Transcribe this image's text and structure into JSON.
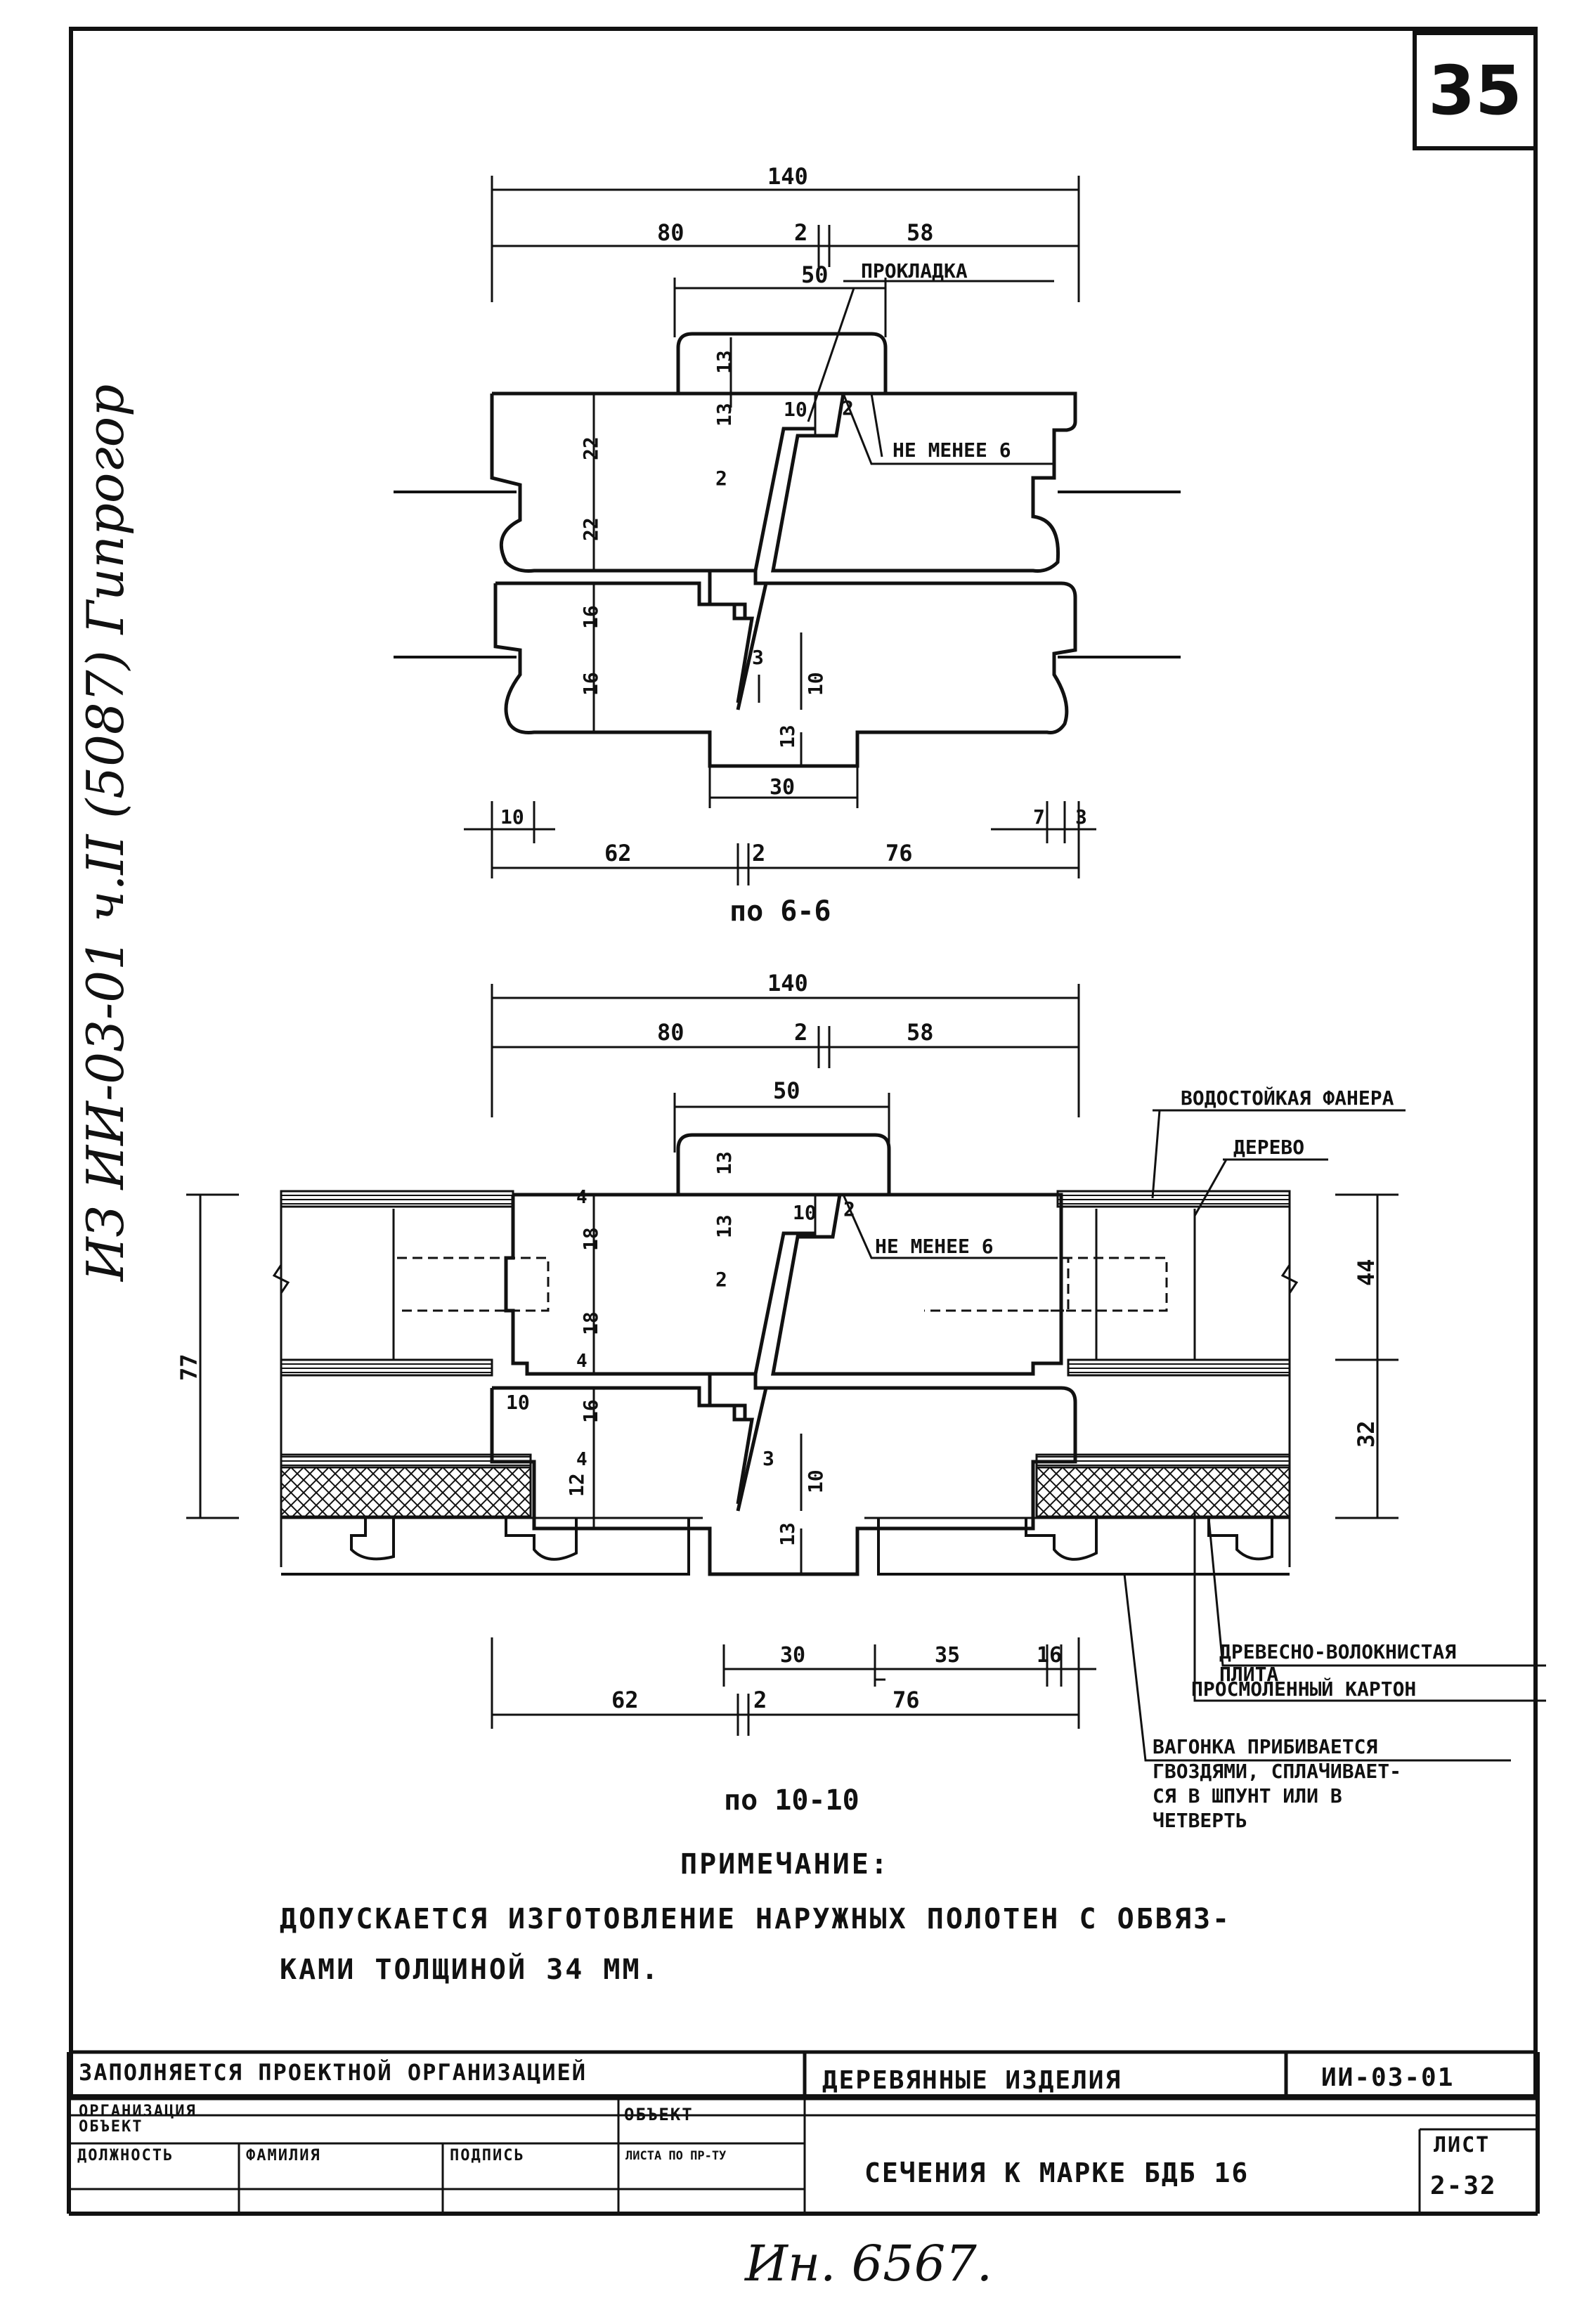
{
  "sheet_number": "35",
  "margin_note": "ИЗ ИИ-03-01 ч.II (5087) Гипрогор",
  "inventory_number": "Ин. 6567.",
  "section1": {
    "caption": "по 6-6",
    "dims": {
      "total": "140",
      "left": "80",
      "gap": "2",
      "right": "58",
      "cap_width": "50",
      "h13a": "13",
      "h13b": "13",
      "h13c": "13",
      "h22a": "22",
      "h22b": "22",
      "h16a": "16",
      "h16b": "16",
      "d10": "10",
      "d2": "2",
      "d2b": "2",
      "d3": "3",
      "d10b": "10",
      "bottom_cap": "30",
      "b10": "10",
      "b62": "62",
      "b2": "2",
      "b76": "76",
      "b7": "7",
      "b3": "3"
    },
    "labels": {
      "gasket": "ПРОКЛАДКА",
      "min6": "НЕ МЕНЕЕ 6"
    }
  },
  "section2": {
    "caption": "по 10-10",
    "dims": {
      "total": "140",
      "left": "80",
      "gap": "2",
      "right": "58",
      "cap_width": "50",
      "h13a": "13",
      "h13b": "13",
      "h13c": "13",
      "h4a": "4",
      "h18a": "18",
      "h18b": "18",
      "h4b": "4",
      "h16": "16",
      "h4c": "4",
      "h12": "12",
      "d10": "10",
      "d2": "2",
      "d2b": "2",
      "d3": "3",
      "d10b": "10",
      "d10c": "10",
      "total_h": "77",
      "h44": "44",
      "h32": "32",
      "b30": "30",
      "b35": "35",
      "b16": "16",
      "b62": "62",
      "b2": "2",
      "b76": "76"
    },
    "labels": {
      "plywood": "ВОДОСТОЙКАЯ ФАНЕРА",
      "wood": "ДЕРЕВО",
      "min6": "НЕ МЕНЕЕ 6",
      "fiberboard_1": "ДРЕВЕСНО-ВОЛОКНИСТАЯ",
      "fiberboard_2": "ПЛИТА",
      "cardboard": "ПРОСМОЛЕННЫЙ КАРТОН",
      "lining_1": "ВАГОНКА ПРИБИВАЕТСЯ",
      "lining_2": "ГВОЗДЯМИ, СПЛАЧИВАЕТ-",
      "lining_3": "СЯ В ШПУНТ ИЛИ В",
      "lining_4": "ЧЕТВЕРТЬ"
    }
  },
  "note": {
    "title": "ПРИМЕЧАНИЕ:",
    "line1": "ДОПУСКАЕТСЯ ИЗГОТОВЛЕНИЕ НАРУЖНЫХ ПОЛОТЕН С ОБВЯЗ-",
    "line2": "КАМИ ТОЛЩИНОЙ 34 ММ."
  },
  "title_block": {
    "filled_by": "ЗАПОЛНЯЕТСЯ ПРОЕКТНОЙ ОРГАНИЗАЦИЕЙ",
    "organization": "ОРГАНИЗАЦИЯ",
    "object_small": "ОБЪЕКТ",
    "object": "ОБЪЕКТ",
    "position": "ДОЛЖНОСТЬ",
    "surname": "ФАМИЛИЯ",
    "signature": "ПОДПИСЬ",
    "sheet_ref": "ЛИСТА ПО ПР-ТУ",
    "doc_title": "ДЕРЕВЯННЫЕ ИЗДЕЛИЯ",
    "doc_code": "ИИ-03-01",
    "drawing_title": "СЕЧЕНИЯ К МАРКЕ БДБ 16",
    "sheet_label": "ЛИСТ",
    "sheet_value": "2-32"
  }
}
